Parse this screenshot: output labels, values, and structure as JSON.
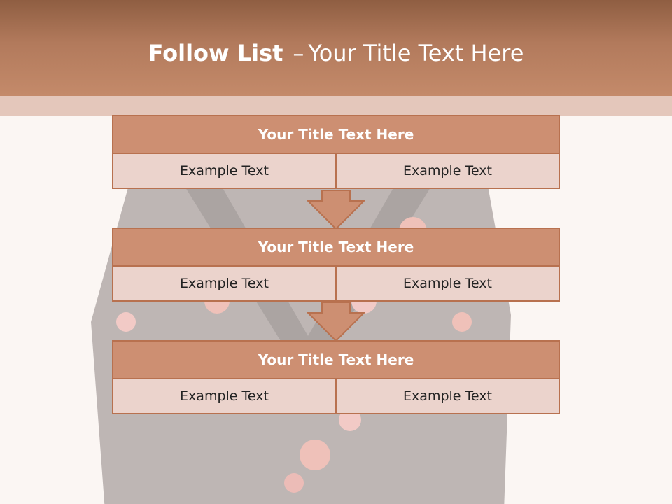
{
  "header": {
    "title_bold": "Follow List",
    "title_sep": "–",
    "title_rest": "Your Title Text Here"
  },
  "steps": [
    {
      "title": "Your Title Text Here",
      "left": "Example Text",
      "right": "Example Text"
    },
    {
      "title": "Your Title Text Here",
      "left": "Example Text",
      "right": "Example Text"
    },
    {
      "title": "Your Title Text Here",
      "left": "Example Text",
      "right": "Example Text"
    }
  ],
  "colors": {
    "header": "#b27a5c",
    "block_title": "#cd8f72",
    "block_row": "#ebd3cc",
    "border": "#b8714f",
    "arrow": "#cd8f72"
  },
  "icons": {
    "connector": "down-arrow-icon",
    "background": "floral-garment-photo"
  }
}
